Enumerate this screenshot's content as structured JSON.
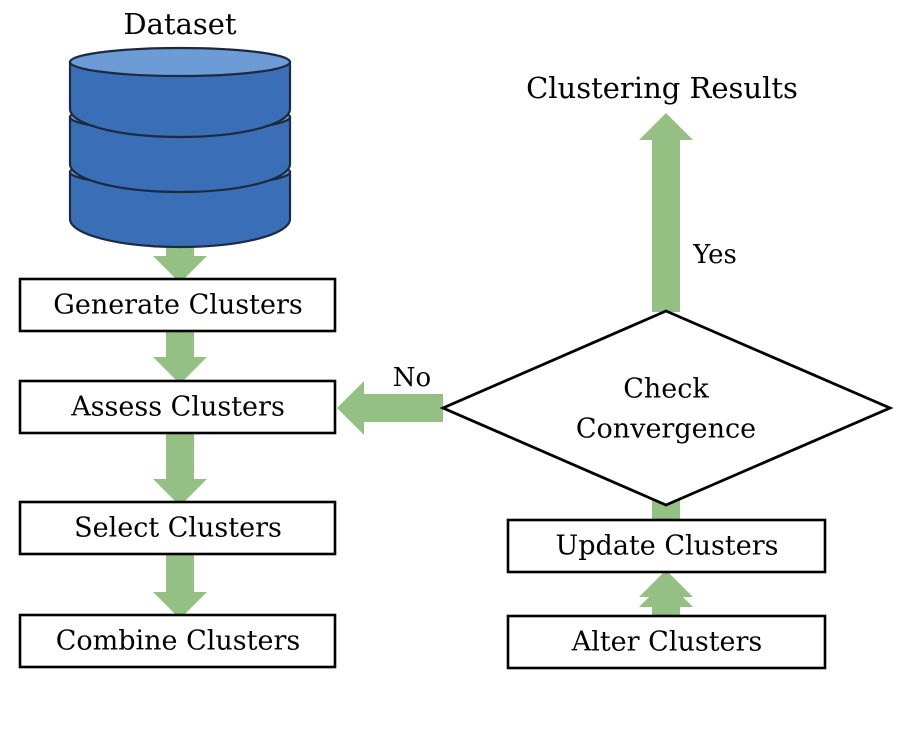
{
  "diagram": {
    "title_top_left": "Dataset",
    "title_top_right": "Clustering Results",
    "background_color": "#ffffff",
    "arrow_color": "#94c183",
    "cylinder_body_color": "#3a6fb8",
    "cylinder_top_color": "#6d9bd6",
    "outline_color": "#000000",
    "text_color": "#000000"
  },
  "nodes": {
    "dataset": {
      "label": "Dataset",
      "type": "datastore"
    },
    "generate": {
      "label": "Generate Clusters",
      "type": "process"
    },
    "assess": {
      "label": "Assess Clusters",
      "type": "process"
    },
    "select": {
      "label": "Select Clusters",
      "type": "process"
    },
    "combine": {
      "label": "Combine Clusters",
      "type": "process"
    },
    "check": {
      "label_line1": "Check",
      "label_line2": "Convergence",
      "type": "decision"
    },
    "update": {
      "label": "Update Clusters",
      "type": "process"
    },
    "alter": {
      "label": "Alter Clusters",
      "type": "process"
    },
    "results": {
      "label": "Clustering Results",
      "type": "terminal"
    }
  },
  "edges": {
    "dataset_to_generate": {
      "label": "",
      "from": "dataset",
      "to": "generate"
    },
    "generate_to_assess": {
      "label": "",
      "from": "generate",
      "to": "assess"
    },
    "assess_to_select": {
      "label": "",
      "from": "assess",
      "to": "select"
    },
    "select_to_combine": {
      "label": "",
      "from": "select",
      "to": "combine"
    },
    "combine_to_alter": {
      "label": "",
      "from": "combine",
      "to": "alter"
    },
    "alter_to_update": {
      "label": "",
      "from": "alter",
      "to": "update"
    },
    "update_to_check": {
      "label": "",
      "from": "update",
      "to": "check"
    },
    "check_to_results": {
      "label": "Yes",
      "from": "check",
      "to": "results"
    },
    "check_to_assess": {
      "label": "No",
      "from": "check",
      "to": "assess"
    }
  }
}
